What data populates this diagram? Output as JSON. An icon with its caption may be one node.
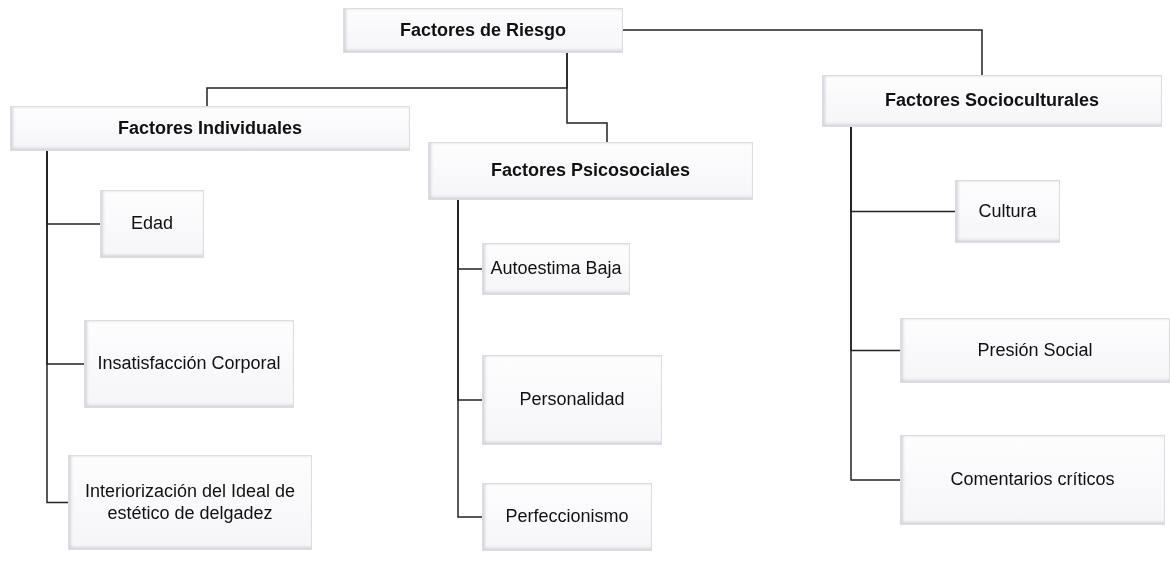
{
  "diagram": {
    "nodes": [
      {
        "text": [
          "Factores de Riesgo"
        ]
      },
      {
        "text": [
          "Factores Individuales"
        ]
      },
      {
        "text": [
          "Edad"
        ]
      },
      {
        "text": [
          "Insatisfacción Corporal"
        ]
      },
      {
        "text": [
          "Interiorización del Ideal de estético de delgadez"
        ]
      },
      {
        "text": [
          "Factores Psicosociales"
        ]
      },
      {
        "text": [
          "Autoestima Baja"
        ]
      },
      {
        "text": [
          "Personalidad"
        ]
      },
      {
        "text": [
          "Perfeccionismo"
        ]
      },
      {
        "text": [
          "Factores Socioculturales"
        ]
      },
      {
        "text": [
          "Cultura"
        ]
      },
      {
        "text": [
          "Presión Social"
        ]
      },
      {
        "text": [
          "Comentarios críticos"
        ]
      }
    ],
    "edges": [
      {
        "from": 0,
        "to": 1,
        "arrow": "none"
      },
      {
        "from": 0,
        "to": 5,
        "arrow": "none"
      },
      {
        "from": 0,
        "to": 9,
        "arrow": "none"
      },
      {
        "from": 1,
        "to": 2,
        "arrow": "none"
      },
      {
        "from": 1,
        "to": 3,
        "arrow": "none"
      },
      {
        "from": 1,
        "to": 4,
        "arrow": "none"
      },
      {
        "from": 5,
        "to": 6,
        "arrow": "none"
      },
      {
        "from": 5,
        "to": 7,
        "arrow": "none"
      },
      {
        "from": 5,
        "to": 8,
        "arrow": "none"
      },
      {
        "from": 9,
        "to": 10,
        "arrow": "none"
      },
      {
        "from": 9,
        "to": 11,
        "arrow": "none"
      },
      {
        "from": 9,
        "to": 12,
        "arrow": "none"
      }
    ]
  }
}
